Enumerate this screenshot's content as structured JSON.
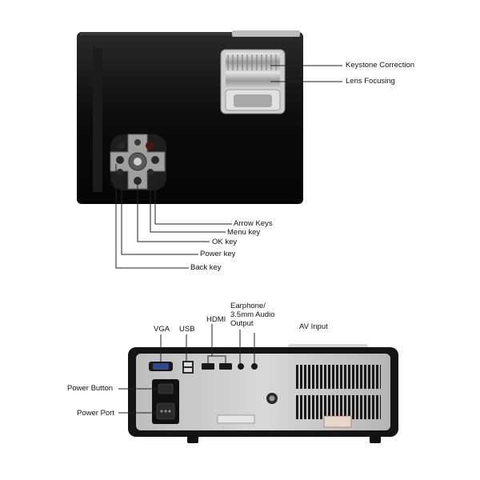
{
  "top_view": {
    "callouts": {
      "keystone": "Keystone Correction",
      "lens_focus": "Lens Focusing",
      "arrow_keys": "Arrow Keys",
      "menu_key": "Menu key",
      "ok_key": "OK key",
      "power_key": "Power key",
      "back_key": "Back key"
    }
  },
  "rear_view": {
    "callouts": {
      "vga": "VGA",
      "usb": "USB",
      "hdmi": "HDMI",
      "earphone": "Earphone/ 3.5mm Audio Output",
      "av_input": "AV Input",
      "power_button": "Power Button",
      "power_port": "Power Port"
    }
  },
  "colors": {
    "body_black": "#111111",
    "panel_silver": "#c8c8c8",
    "line": "#222222"
  }
}
